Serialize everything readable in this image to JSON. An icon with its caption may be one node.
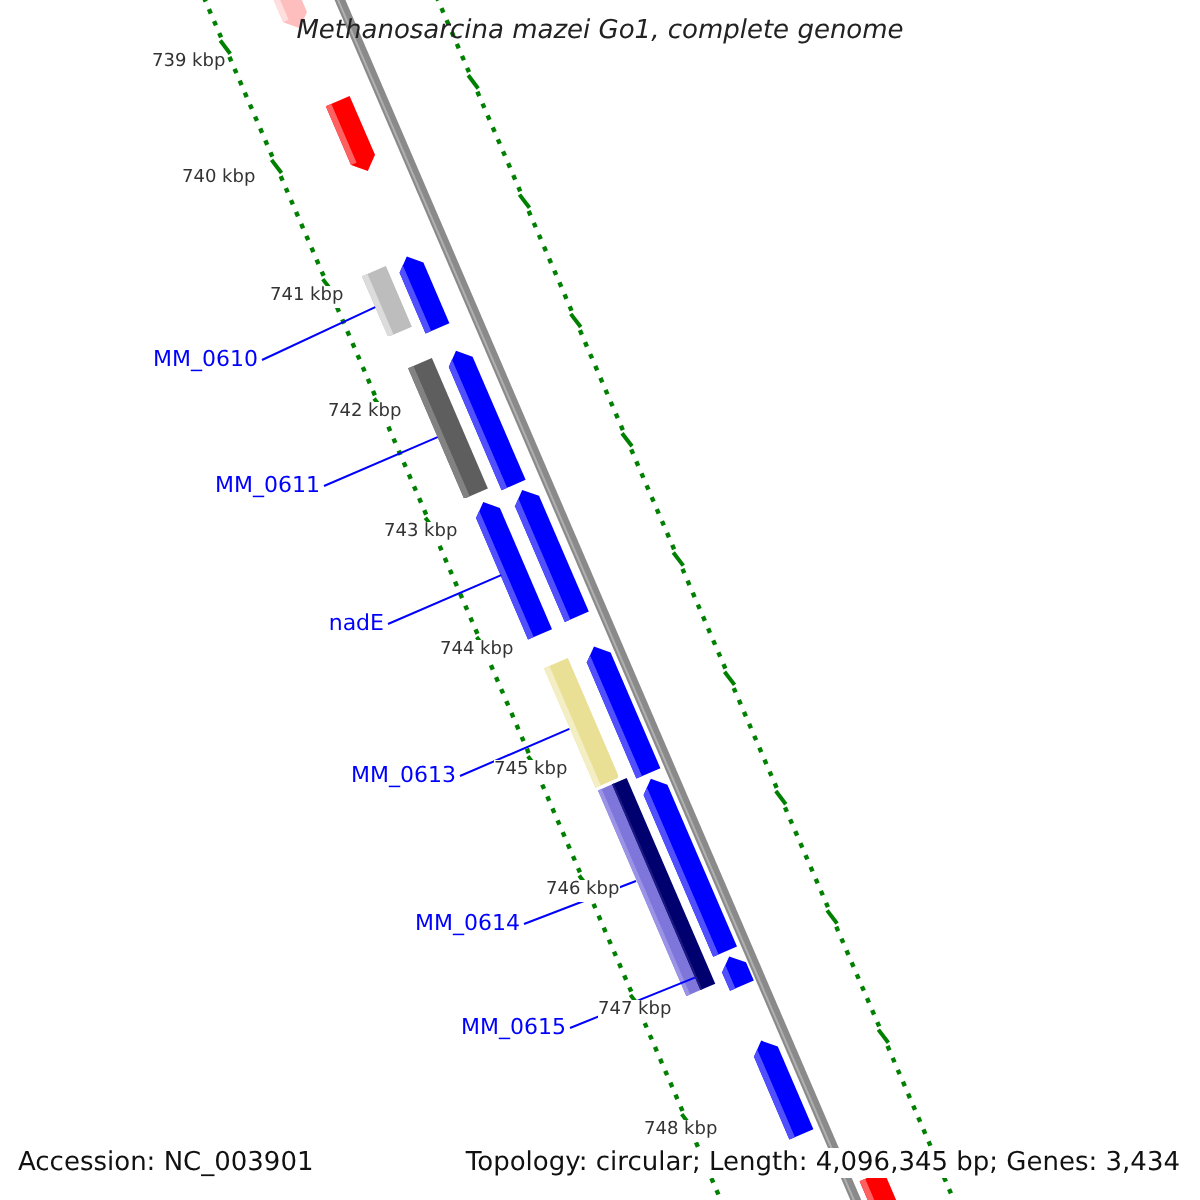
{
  "diagram": {
    "title": "Methanosarcina mazei Go1, complete genome",
    "nodes": [
      {
        "text": [
          "MM_0610"
        ]
      },
      {
        "text": [
          "MM_0611"
        ]
      },
      {
        "text": [
          "nadE"
        ]
      },
      {
        "text": [
          "MM_0613"
        ]
      },
      {
        "text": [
          "MM_0614"
        ]
      },
      {
        "text": [
          "MM_0615"
        ]
      },
      {
        "text": [],
        "shape": "bar"
      },
      {
        "text": [],
        "shape": "bar"
      },
      {
        "text": [],
        "shape": "arrow"
      },
      {
        "text": [],
        "shape": "bar"
      },
      {
        "text": [],
        "shape": "bar"
      },
      {
        "text": [],
        "shape": "bar"
      }
    ],
    "edges": [
      {
        "from": 0,
        "to": 6,
        "arrow": "none"
      },
      {
        "from": 1,
        "to": 7,
        "arrow": "none"
      },
      {
        "from": 2,
        "to": 8,
        "arrow": "none"
      },
      {
        "from": 3,
        "to": 9,
        "arrow": "none"
      },
      {
        "from": 4,
        "to": 10,
        "arrow": "none"
      },
      {
        "from": 5,
        "to": 11,
        "arrow": "none"
      }
    ],
    "labels": [
      "739 kbp",
      "740 kbp",
      "741 kbp",
      "742 kbp",
      "743 kbp",
      "744 kbp",
      "745 kbp",
      "746 kbp",
      "747 kbp",
      "748 kbp",
      "Accession: NC_003901",
      "Topology: circular; Length: 4,096,345 bp; Genes: 3,434"
    ]
  }
}
